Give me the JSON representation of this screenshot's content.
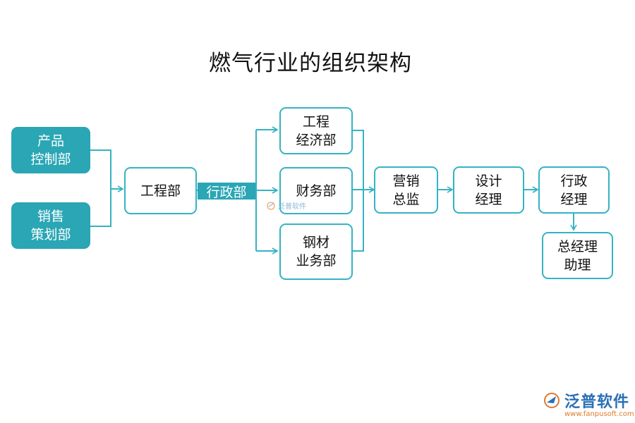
{
  "title": "燃气行业的组织架构",
  "nodes": {
    "product_control": "产品\n控制部",
    "sales_planning": "销售\n策划部",
    "engineering": "工程部",
    "admin_tag": "行政部",
    "eng_economics": "工程\n经济部",
    "finance": "财务部",
    "steel_business": "钢材\n业务部",
    "marketing_director": "营销\n总监",
    "design_manager": "设计\n经理",
    "admin_manager": "行政\n经理",
    "gm_assistant": "总经理\n助理"
  },
  "watermark": "泛普软件",
  "logo": {
    "name": "泛普软件",
    "url": "www.fanpusoft.com"
  },
  "colors": {
    "accent": "#2aa6b5",
    "line": "#35b3c2",
    "brand": "#2b6fb6"
  }
}
